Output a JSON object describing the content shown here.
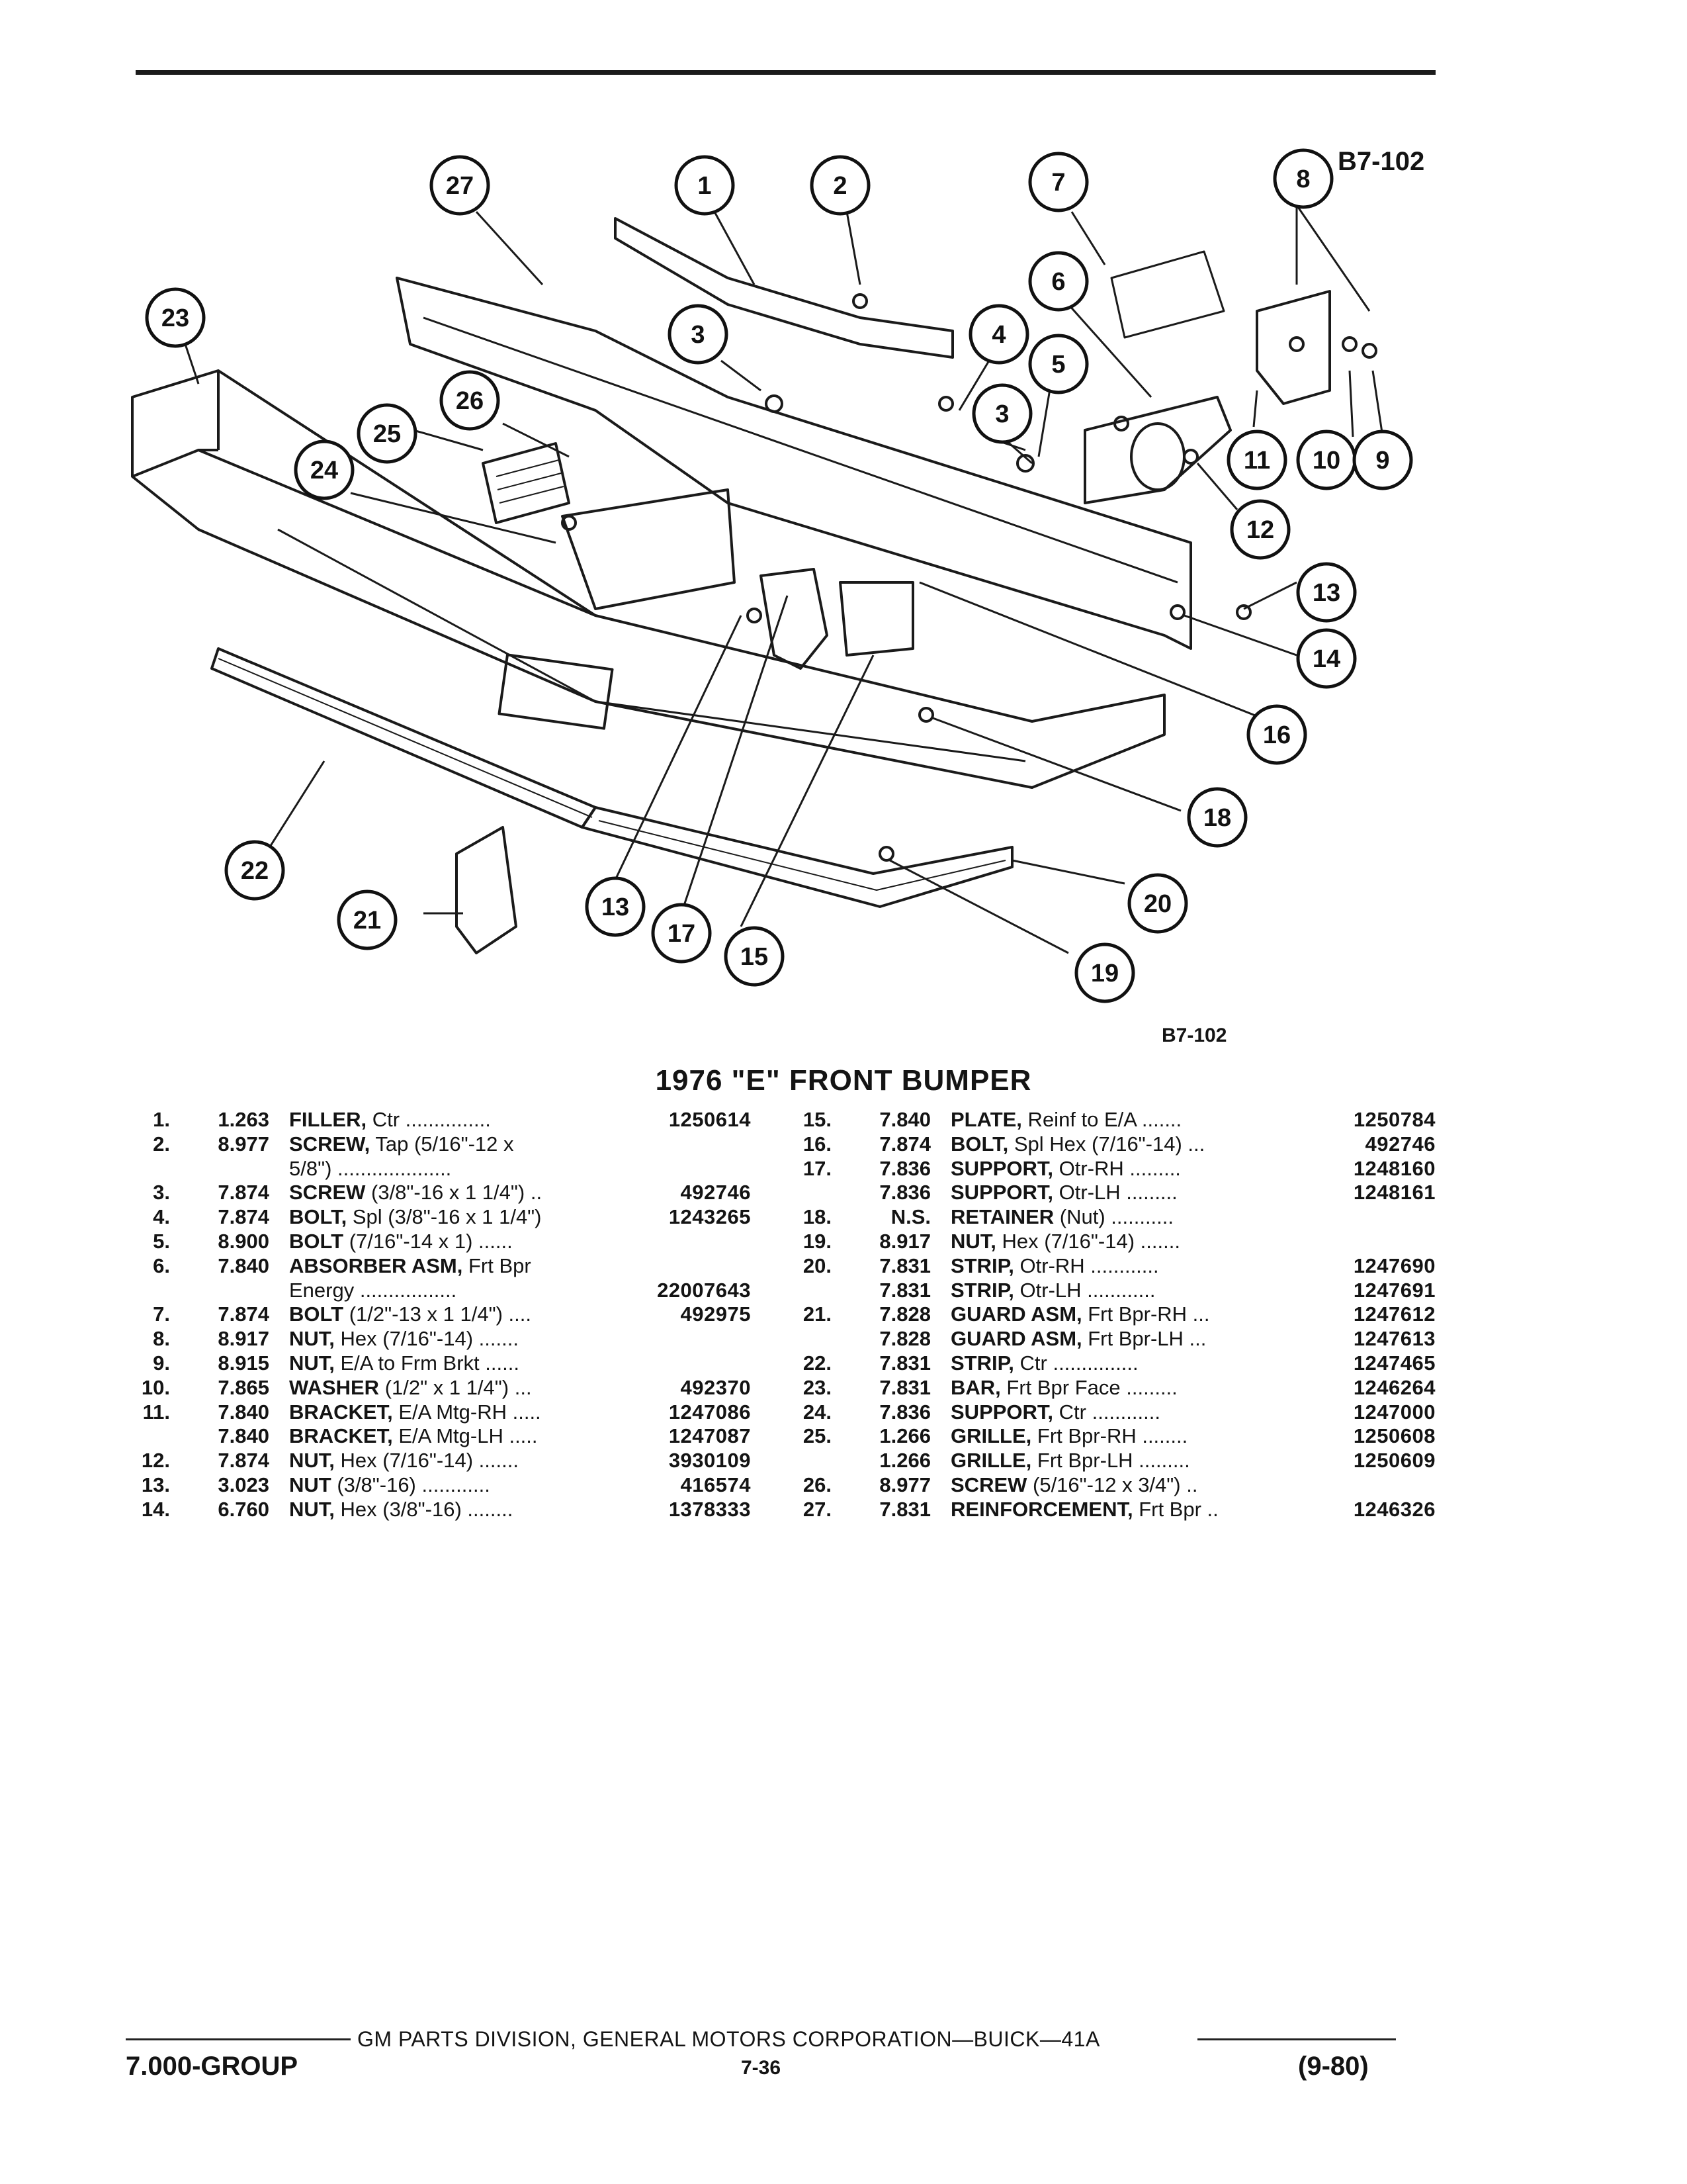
{
  "diagram": {
    "ref_top": "B7-102",
    "ref_bottom": "B7-102",
    "callouts": [
      {
        "label": "27"
      },
      {
        "label": "1"
      },
      {
        "label": "2"
      },
      {
        "label": "7"
      },
      {
        "label": "8"
      },
      {
        "label": "23"
      },
      {
        "label": "6"
      },
      {
        "label": "3"
      },
      {
        "label": "4"
      },
      {
        "label": "5"
      },
      {
        "label": "26"
      },
      {
        "label": "3"
      },
      {
        "label": "25"
      },
      {
        "label": "11"
      },
      {
        "label": "10"
      },
      {
        "label": "9"
      },
      {
        "label": "24"
      },
      {
        "label": "12"
      },
      {
        "label": "13"
      },
      {
        "label": "14"
      },
      {
        "label": "16"
      },
      {
        "label": "18"
      },
      {
        "label": "22"
      },
      {
        "label": "20"
      },
      {
        "label": "21"
      },
      {
        "label": "13"
      },
      {
        "label": "17"
      },
      {
        "label": "15"
      },
      {
        "label": "19"
      }
    ]
  },
  "title": "1976 \"E\" FRONT BUMPER",
  "parts_left": [
    {
      "num": "1.",
      "grp": "1.263",
      "name": "FILLER,",
      "spec": " Ctr ...............",
      "part": "1250614"
    },
    {
      "num": "2.",
      "grp": "8.977",
      "name": "SCREW,",
      "spec": " Tap (5/16\"-12 x",
      "part": ""
    },
    {
      "num": "",
      "grp": "",
      "name": "",
      "spec": "5/8\") ....................",
      "part": ""
    },
    {
      "num": "3.",
      "grp": "7.874",
      "name": "SCREW",
      "spec": " (3/8\"-16 x 1 1/4\") ..",
      "part": "492746"
    },
    {
      "num": "4.",
      "grp": "7.874",
      "name": "BOLT,",
      "spec": " Spl (3/8\"-16 x 1 1/4\")",
      "part": "1243265"
    },
    {
      "num": "5.",
      "grp": "8.900",
      "name": "BOLT",
      "spec": " (7/16\"-14 x 1) ......",
      "part": ""
    },
    {
      "num": "6.",
      "grp": "7.840",
      "name": "ABSORBER ASM,",
      "spec": " Frt Bpr",
      "part": ""
    },
    {
      "num": "",
      "grp": "",
      "name": "",
      "spec": "Energy .................",
      "part": "22007643"
    },
    {
      "num": "7.",
      "grp": "7.874",
      "name": "BOLT",
      "spec": " (1/2\"-13 x 1 1/4\") ....",
      "part": "492975"
    },
    {
      "num": "8.",
      "grp": "8.917",
      "name": "NUT,",
      "spec": " Hex (7/16\"-14) .......",
      "part": ""
    },
    {
      "num": "9.",
      "grp": "8.915",
      "name": "NUT,",
      "spec": " E/A to Frm Brkt ......",
      "part": ""
    },
    {
      "num": "10.",
      "grp": "7.865",
      "name": "WASHER",
      "spec": " (1/2\" x 1 1/4\") ...",
      "part": "492370"
    },
    {
      "num": "11.",
      "grp": "7.840",
      "name": "BRACKET,",
      "spec": " E/A Mtg-RH .....",
      "part": "1247086"
    },
    {
      "num": "",
      "grp": "7.840",
      "name": "BRACKET,",
      "spec": " E/A Mtg-LH .....",
      "part": "1247087"
    },
    {
      "num": "12.",
      "grp": "7.874",
      "name": "NUT,",
      "spec": " Hex (7/16\"-14) .......",
      "part": "3930109"
    },
    {
      "num": "13.",
      "grp": "3.023",
      "name": "NUT",
      "spec": " (3/8\"-16) ............",
      "part": "416574"
    },
    {
      "num": "14.",
      "grp": "6.760",
      "name": "NUT,",
      "spec": " Hex (3/8\"-16) ........",
      "part": "1378333"
    }
  ],
  "parts_right": [
    {
      "num": "15.",
      "grp": "7.840",
      "name": "PLATE,",
      "spec": " Reinf to E/A .......",
      "part": "1250784"
    },
    {
      "num": "16.",
      "grp": "7.874",
      "name": "BOLT,",
      "spec": " Spl Hex (7/16\"-14) ...",
      "part": "492746"
    },
    {
      "num": "17.",
      "grp": "7.836",
      "name": "SUPPORT,",
      "spec": " Otr-RH .........",
      "part": "1248160"
    },
    {
      "num": "",
      "grp": "7.836",
      "name": "SUPPORT,",
      "spec": " Otr-LH .........",
      "part": "1248161"
    },
    {
      "num": "18.",
      "grp": "N.S.",
      "name": "RETAINER",
      "spec": " (Nut) ...........",
      "part": ""
    },
    {
      "num": "19.",
      "grp": "8.917",
      "name": "NUT,",
      "spec": " Hex (7/16\"-14) .......",
      "part": ""
    },
    {
      "num": "20.",
      "grp": "7.831",
      "name": "STRIP,",
      "spec": " Otr-RH ............",
      "part": "1247690"
    },
    {
      "num": "",
      "grp": "7.831",
      "name": "STRIP,",
      "spec": " Otr-LH ............",
      "part": "1247691"
    },
    {
      "num": "21.",
      "grp": "7.828",
      "name": "GUARD ASM,",
      "spec": " Frt Bpr-RH ...",
      "part": "1247612"
    },
    {
      "num": "",
      "grp": "7.828",
      "name": "GUARD ASM,",
      "spec": " Frt Bpr-LH ...",
      "part": "1247613"
    },
    {
      "num": "22.",
      "grp": "7.831",
      "name": "STRIP,",
      "spec": " Ctr ...............",
      "part": "1247465"
    },
    {
      "num": "23.",
      "grp": "7.831",
      "name": "BAR,",
      "spec": " Frt Bpr Face .........",
      "part": "1246264"
    },
    {
      "num": "24.",
      "grp": "7.836",
      "name": "SUPPORT,",
      "spec": " Ctr ............",
      "part": "1247000"
    },
    {
      "num": "25.",
      "grp": "1.266",
      "name": "GRILLE,",
      "spec": " Frt Bpr-RH ........",
      "part": "1250608"
    },
    {
      "num": "",
      "grp": "1.266",
      "name": "GRILLE,",
      "spec": " Frt Bpr-LH .........",
      "part": "1250609"
    },
    {
      "num": "26.",
      "grp": "8.977",
      "name": "SCREW",
      "spec": " (5/16\"-12 x 3/4\") ..",
      "part": ""
    },
    {
      "num": "27.",
      "grp": "7.831",
      "name": "REINFORCEMENT,",
      "spec": " Frt Bpr ..",
      "part": "1246326"
    }
  ],
  "footer": {
    "center": "GM PARTS DIVISION, GENERAL MOTORS CORPORATION—BUICK—41A",
    "group": "7.000-GROUP",
    "page": "7-36",
    "date": "(9-80)"
  }
}
